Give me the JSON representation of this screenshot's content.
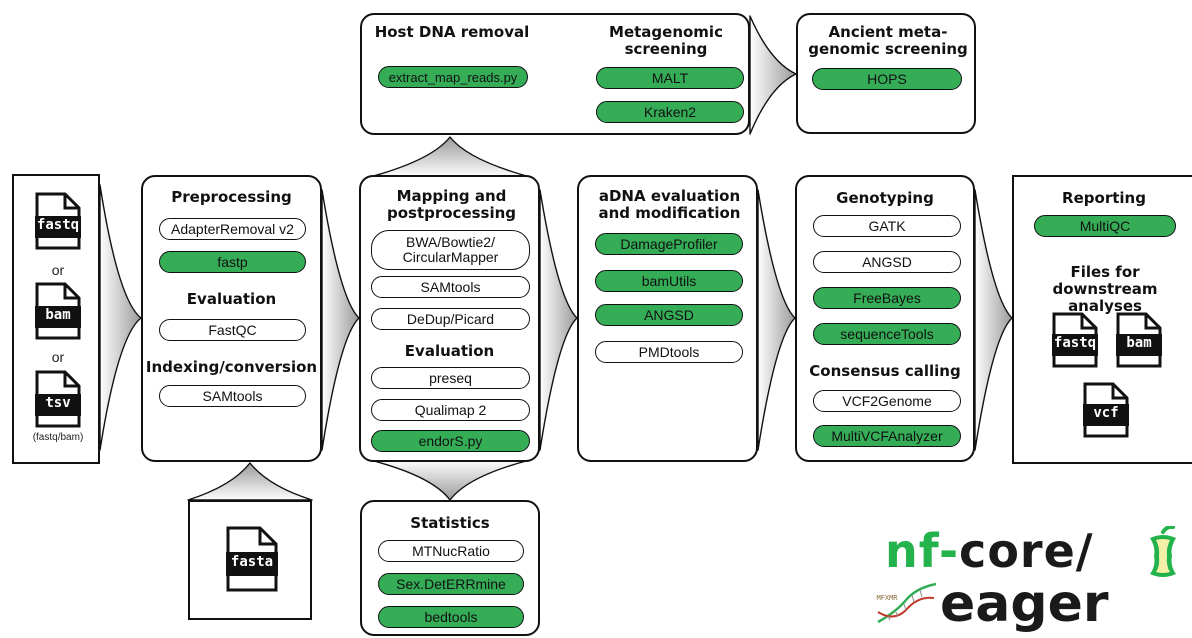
{
  "input": {
    "file1": "fastq",
    "or1": "or",
    "file2": "bam",
    "or2": "or",
    "file3": "tsv",
    "file3_note": "(fastq/bam)"
  },
  "reference": {
    "file": "fasta"
  },
  "preprocessing": {
    "title": "Preprocessing",
    "tools": [
      {
        "label": "AdapterRemoval v2",
        "green": false
      },
      {
        "label": "fastp",
        "green": true
      }
    ],
    "evaluation_title": "Evaluation",
    "evaluation_tools": [
      {
        "label": "FastQC",
        "green": false
      }
    ],
    "indexing_title": "Indexing/conversion",
    "indexing_tools": [
      {
        "label": "SAMtools",
        "green": false
      }
    ]
  },
  "host_removal": {
    "title": "Host DNA removal",
    "tools": [
      {
        "label": "extract_map_reads.py",
        "green": true
      }
    ]
  },
  "metagenomic": {
    "title": "Metagenomic screening",
    "tools": [
      {
        "label": "MALT",
        "green": true
      },
      {
        "label": "Kraken2",
        "green": true
      }
    ]
  },
  "ancient_meta": {
    "title": "Ancient meta-genomic screening",
    "tools": [
      {
        "label": "HOPS",
        "green": true
      }
    ]
  },
  "mapping": {
    "title": "Mapping and postprocessing",
    "tools": [
      {
        "label": "BWA/Bowtie2/ CircularMapper",
        "green": false
      },
      {
        "label": "SAMtools",
        "green": false
      },
      {
        "label": "DeDup/Picard",
        "green": false
      }
    ],
    "evaluation_title": "Evaluation",
    "evaluation_tools": [
      {
        "label": "preseq",
        "green": false
      },
      {
        "label": "Qualimap 2",
        "green": false
      },
      {
        "label": "endorS.py",
        "green": true
      }
    ]
  },
  "statistics": {
    "title": "Statistics",
    "tools": [
      {
        "label": "MTNucRatio",
        "green": false
      },
      {
        "label": "Sex.DetERRmine",
        "green": true
      },
      {
        "label": "bedtools",
        "green": true
      }
    ]
  },
  "adna": {
    "title": "aDNA evaluation and modification",
    "tools": [
      {
        "label": "DamageProfiler",
        "green": true
      },
      {
        "label": "bamUtils",
        "green": true
      },
      {
        "label": "ANGSD",
        "green": true
      },
      {
        "label": "PMDtools",
        "green": false
      }
    ]
  },
  "genotyping": {
    "title": "Genotyping",
    "tools": [
      {
        "label": "GATK",
        "green": false
      },
      {
        "label": "ANGSD",
        "green": false
      },
      {
        "label": "FreeBayes",
        "green": true
      },
      {
        "label": "sequenceTools",
        "green": true
      }
    ],
    "consensus_title": "Consensus calling",
    "consensus_tools": [
      {
        "label": "VCF2Genome",
        "green": false
      },
      {
        "label": "MultiVCFAnalyzer",
        "green": true
      }
    ]
  },
  "reporting": {
    "title": "Reporting",
    "tools": [
      {
        "label": "MultiQC",
        "green": true
      }
    ],
    "files_title": "Files for downstream analyses",
    "files": [
      "fastq",
      "bam",
      "vcf"
    ]
  },
  "logo": {
    "line1_prefix": "nf",
    "line1_dash": "-",
    "line1_rest": "core/",
    "line2": "eager",
    "tag": "MFXMR"
  },
  "colors": {
    "green": "#35ad57",
    "logo_green": "#23b24b",
    "outline": "#111111"
  }
}
